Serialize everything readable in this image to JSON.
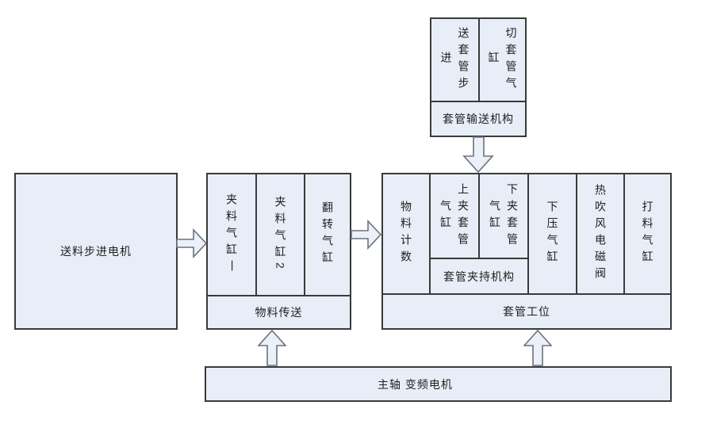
{
  "diagram": {
    "colors": {
      "box_fill": "#e8eef7",
      "box_border": "#3a3a3a",
      "arrow_fill": "#ecf1f9",
      "arrow_stroke": "#69727d",
      "text": "#1f1f1f"
    },
    "boxes": {
      "feed_motor": {
        "label": "送料步进电机"
      },
      "sleeve_feed": {
        "title": "套管输送机构",
        "cells": [
          "送套管步进",
          "切套管气缸"
        ]
      },
      "material_transfer": {
        "title": "物料传送",
        "cells": [
          "夹料气缸一",
          "夹料气缸2",
          "翻转气缸"
        ]
      },
      "sleeve_station": {
        "title": "套管工位",
        "sub_title": "套管夹持机构",
        "cells": [
          "物料计数",
          "上夹套管气缸",
          "下夹套管气缸",
          "下压气缸",
          "热吹风电磁阀",
          "打料气缸"
        ]
      },
      "spindle_motor": {
        "label": "主轴 变频电机"
      }
    },
    "icons": [
      "arrow-right-icon",
      "arrow-right-icon",
      "arrow-down-icon",
      "arrow-up-icon",
      "arrow-up-icon"
    ]
  }
}
